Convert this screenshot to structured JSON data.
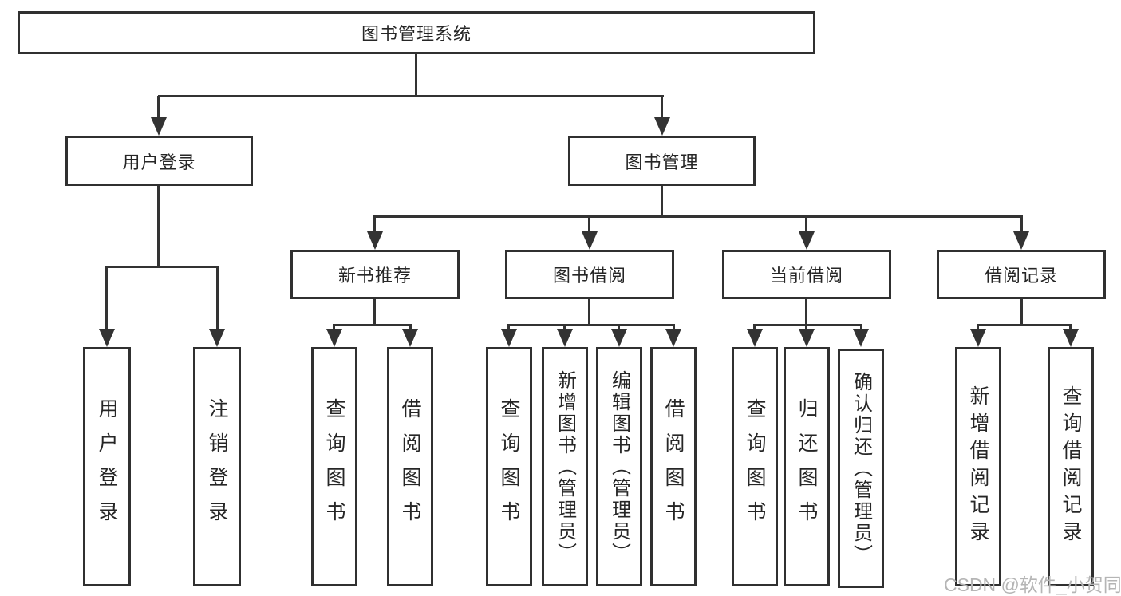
{
  "diagram": {
    "type": "hierarchy",
    "title": "图书管理系统",
    "levels": 3,
    "structure": [
      {
        "parent": "图书管理系统",
        "children": [
          "用户登录",
          "图书管理"
        ]
      },
      {
        "parent": "用户登录",
        "children": [
          "用户登录",
          "注销登录"
        ]
      },
      {
        "parent": "图书管理",
        "children": [
          "新书推荐",
          "图书借阅",
          "当前借阅",
          "借阅记录"
        ]
      },
      {
        "parent": "新书推荐",
        "children": [
          "查询图书",
          "借阅图书"
        ]
      },
      {
        "parent": "图书借阅",
        "children": [
          "查询图书",
          "新增图书（管理员）",
          "编辑图书（管理员）",
          "借阅图书"
        ]
      },
      {
        "parent": "当前借阅",
        "children": [
          "查询图书",
          "归还图书",
          "确认归还（管理员）"
        ]
      },
      {
        "parent": "借阅记录",
        "children": [
          "新增借阅记录",
          "查询借阅记录"
        ]
      }
    ]
  },
  "nodes": {
    "root": "图书管理系统",
    "user_login": "用户登录",
    "book_mgmt": "图书管理",
    "login": "用户登录",
    "logout": "注销登录",
    "new_book_rec": "新书推荐",
    "book_borrow": "图书借阅",
    "current_borrow": "当前借阅",
    "borrow_records": "借阅记录",
    "nb_query": "查询图书",
    "nb_borrow": "借阅图书",
    "bb_query": "查询图书",
    "bb_add": "新增图书（管理员）",
    "bb_edit": "编辑图书（管理员）",
    "bb_borrow": "借阅图书",
    "cb_query": "查询图书",
    "cb_return": "归还图书",
    "cb_confirm": "确认归还（管理员）",
    "br_add": "新增借阅记录",
    "br_query": "查询借阅记录"
  },
  "watermark": {
    "text": "CSDN @软件_小贺同学",
    "color": "#b5b5b5"
  },
  "colors": {
    "line": "#333333",
    "border": "#303030",
    "text": "#262626",
    "background": "#ffffff"
  }
}
